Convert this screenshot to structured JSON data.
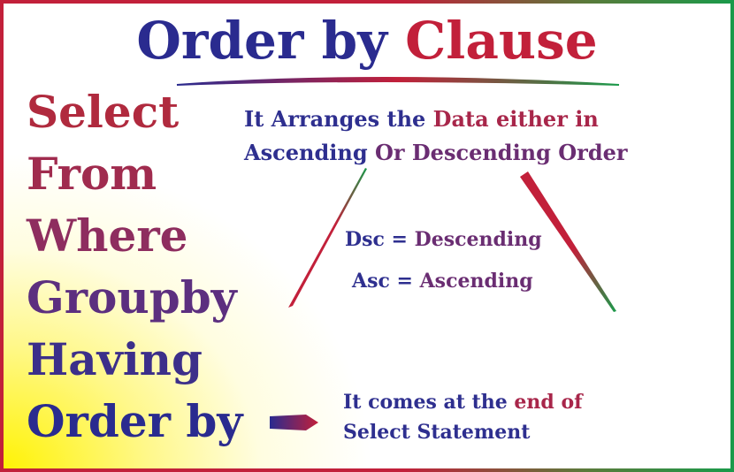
{
  "title": {
    "part1": "Order by",
    "part2": "Clause"
  },
  "keywords": [
    "Select",
    "From",
    "Where",
    "Groupby",
    "Having",
    "Order by"
  ],
  "description": {
    "line1_a": "It Arranges the ",
    "line1_b": "Data either in",
    "line2_a": "Ascending ",
    "line2_b": "Or Descending Order"
  },
  "abbreviations": {
    "dsc_key": "Dsc = ",
    "dsc_value": "Descending",
    "asc_key": "Asc = ",
    "asc_value": "Ascending"
  },
  "note": {
    "line1_a": "It comes at the ",
    "line1_b": "end of",
    "line2": "Select Statement"
  },
  "colors": {
    "blue": "#2a2b8f",
    "red": "#c2203a",
    "green": "#1a9a4a",
    "yellow": "#fff200"
  }
}
